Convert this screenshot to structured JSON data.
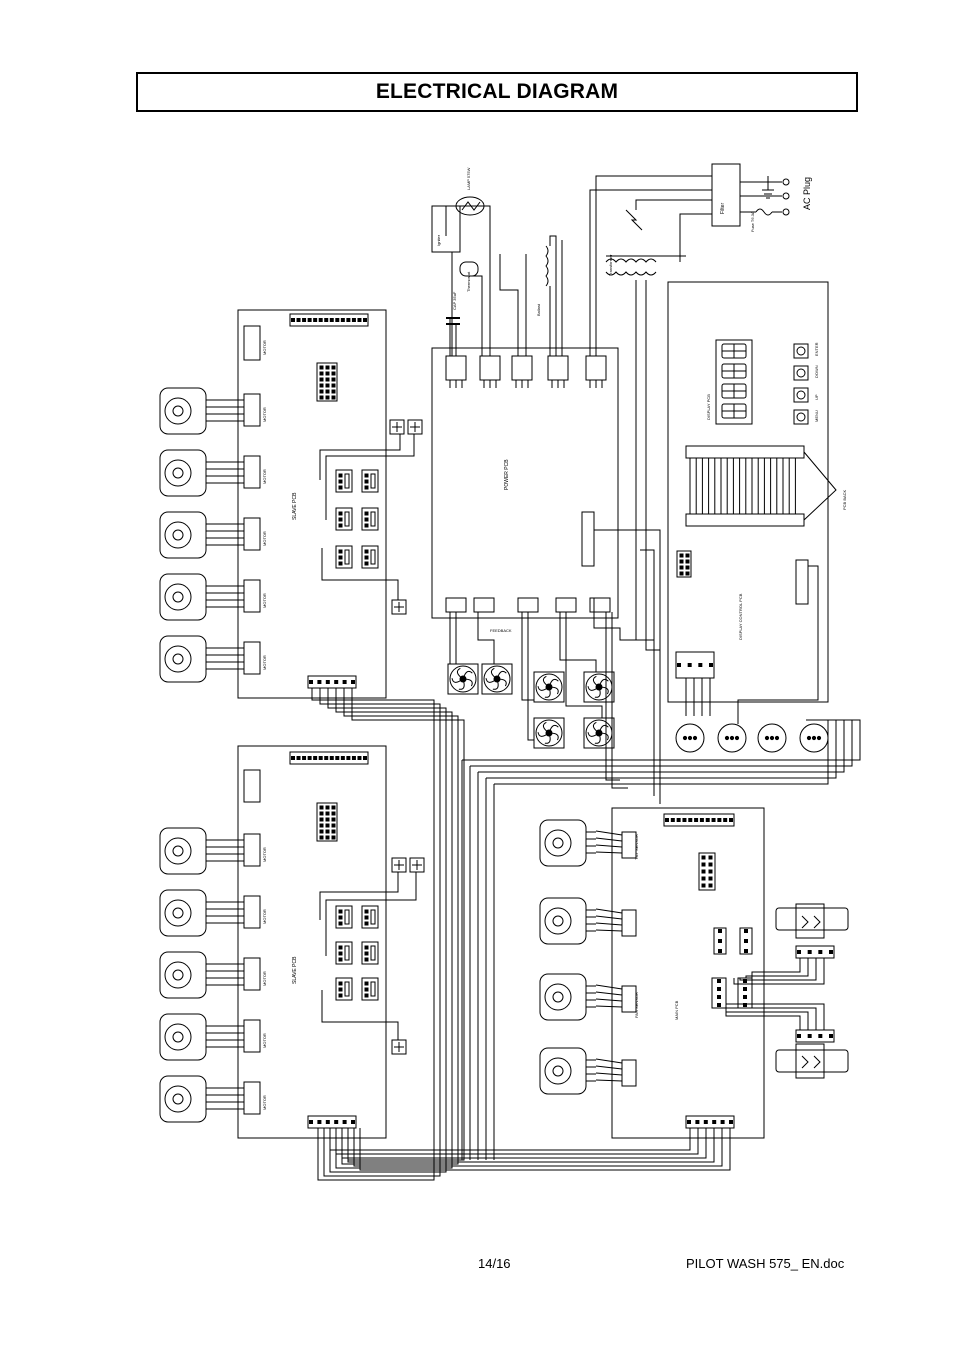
{
  "header": {
    "title": "ELECTRICAL DIAGRAM"
  },
  "footer": {
    "page": "14/16",
    "document": "PILOT WASH 575_ EN.doc"
  },
  "diagram": {
    "labels": {
      "ac_plug": "AC Plug",
      "filter": "Filter",
      "fuse": "Fuse T6.3A",
      "lamp": "LAMP 575W",
      "igniter": "Igniter",
      "thermostat": "Thermostat",
      "ballast": "Ballast",
      "cap": "CAP 35uF",
      "transformer": "Transformer",
      "power_pcb": "POWER PCB",
      "display_pcb": "DISPLAY PCB",
      "pcb_back": "PCB BACK",
      "display_control_pcb": "DISPLAY CONTROL PCB",
      "slave_pcb_1": "SLAVE PCB",
      "slave_pcb_2": "SLAVE PCB",
      "main_pcb": "MAIN PCB",
      "tilt_sensor": "TILT SENSOR",
      "pan_sensor": "PAN SENSOR",
      "motor": "MOTOR",
      "feedback": "FEEDBACK",
      "keys": [
        "ENTER",
        "DOWN",
        "UP",
        "MENU"
      ]
    }
  }
}
